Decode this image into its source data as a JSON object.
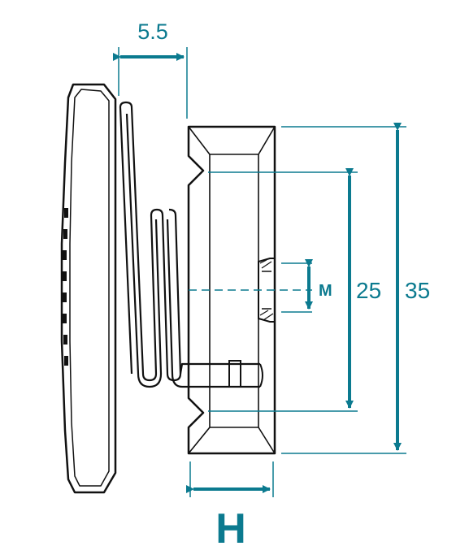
{
  "colors": {
    "outline": "#111111",
    "dimension": "#0b7a8f",
    "background": "#ffffff"
  },
  "dimensions": {
    "top_offset": "5.5",
    "height_outer": "35",
    "height_inner": "25",
    "thread": "M",
    "width": "H"
  }
}
